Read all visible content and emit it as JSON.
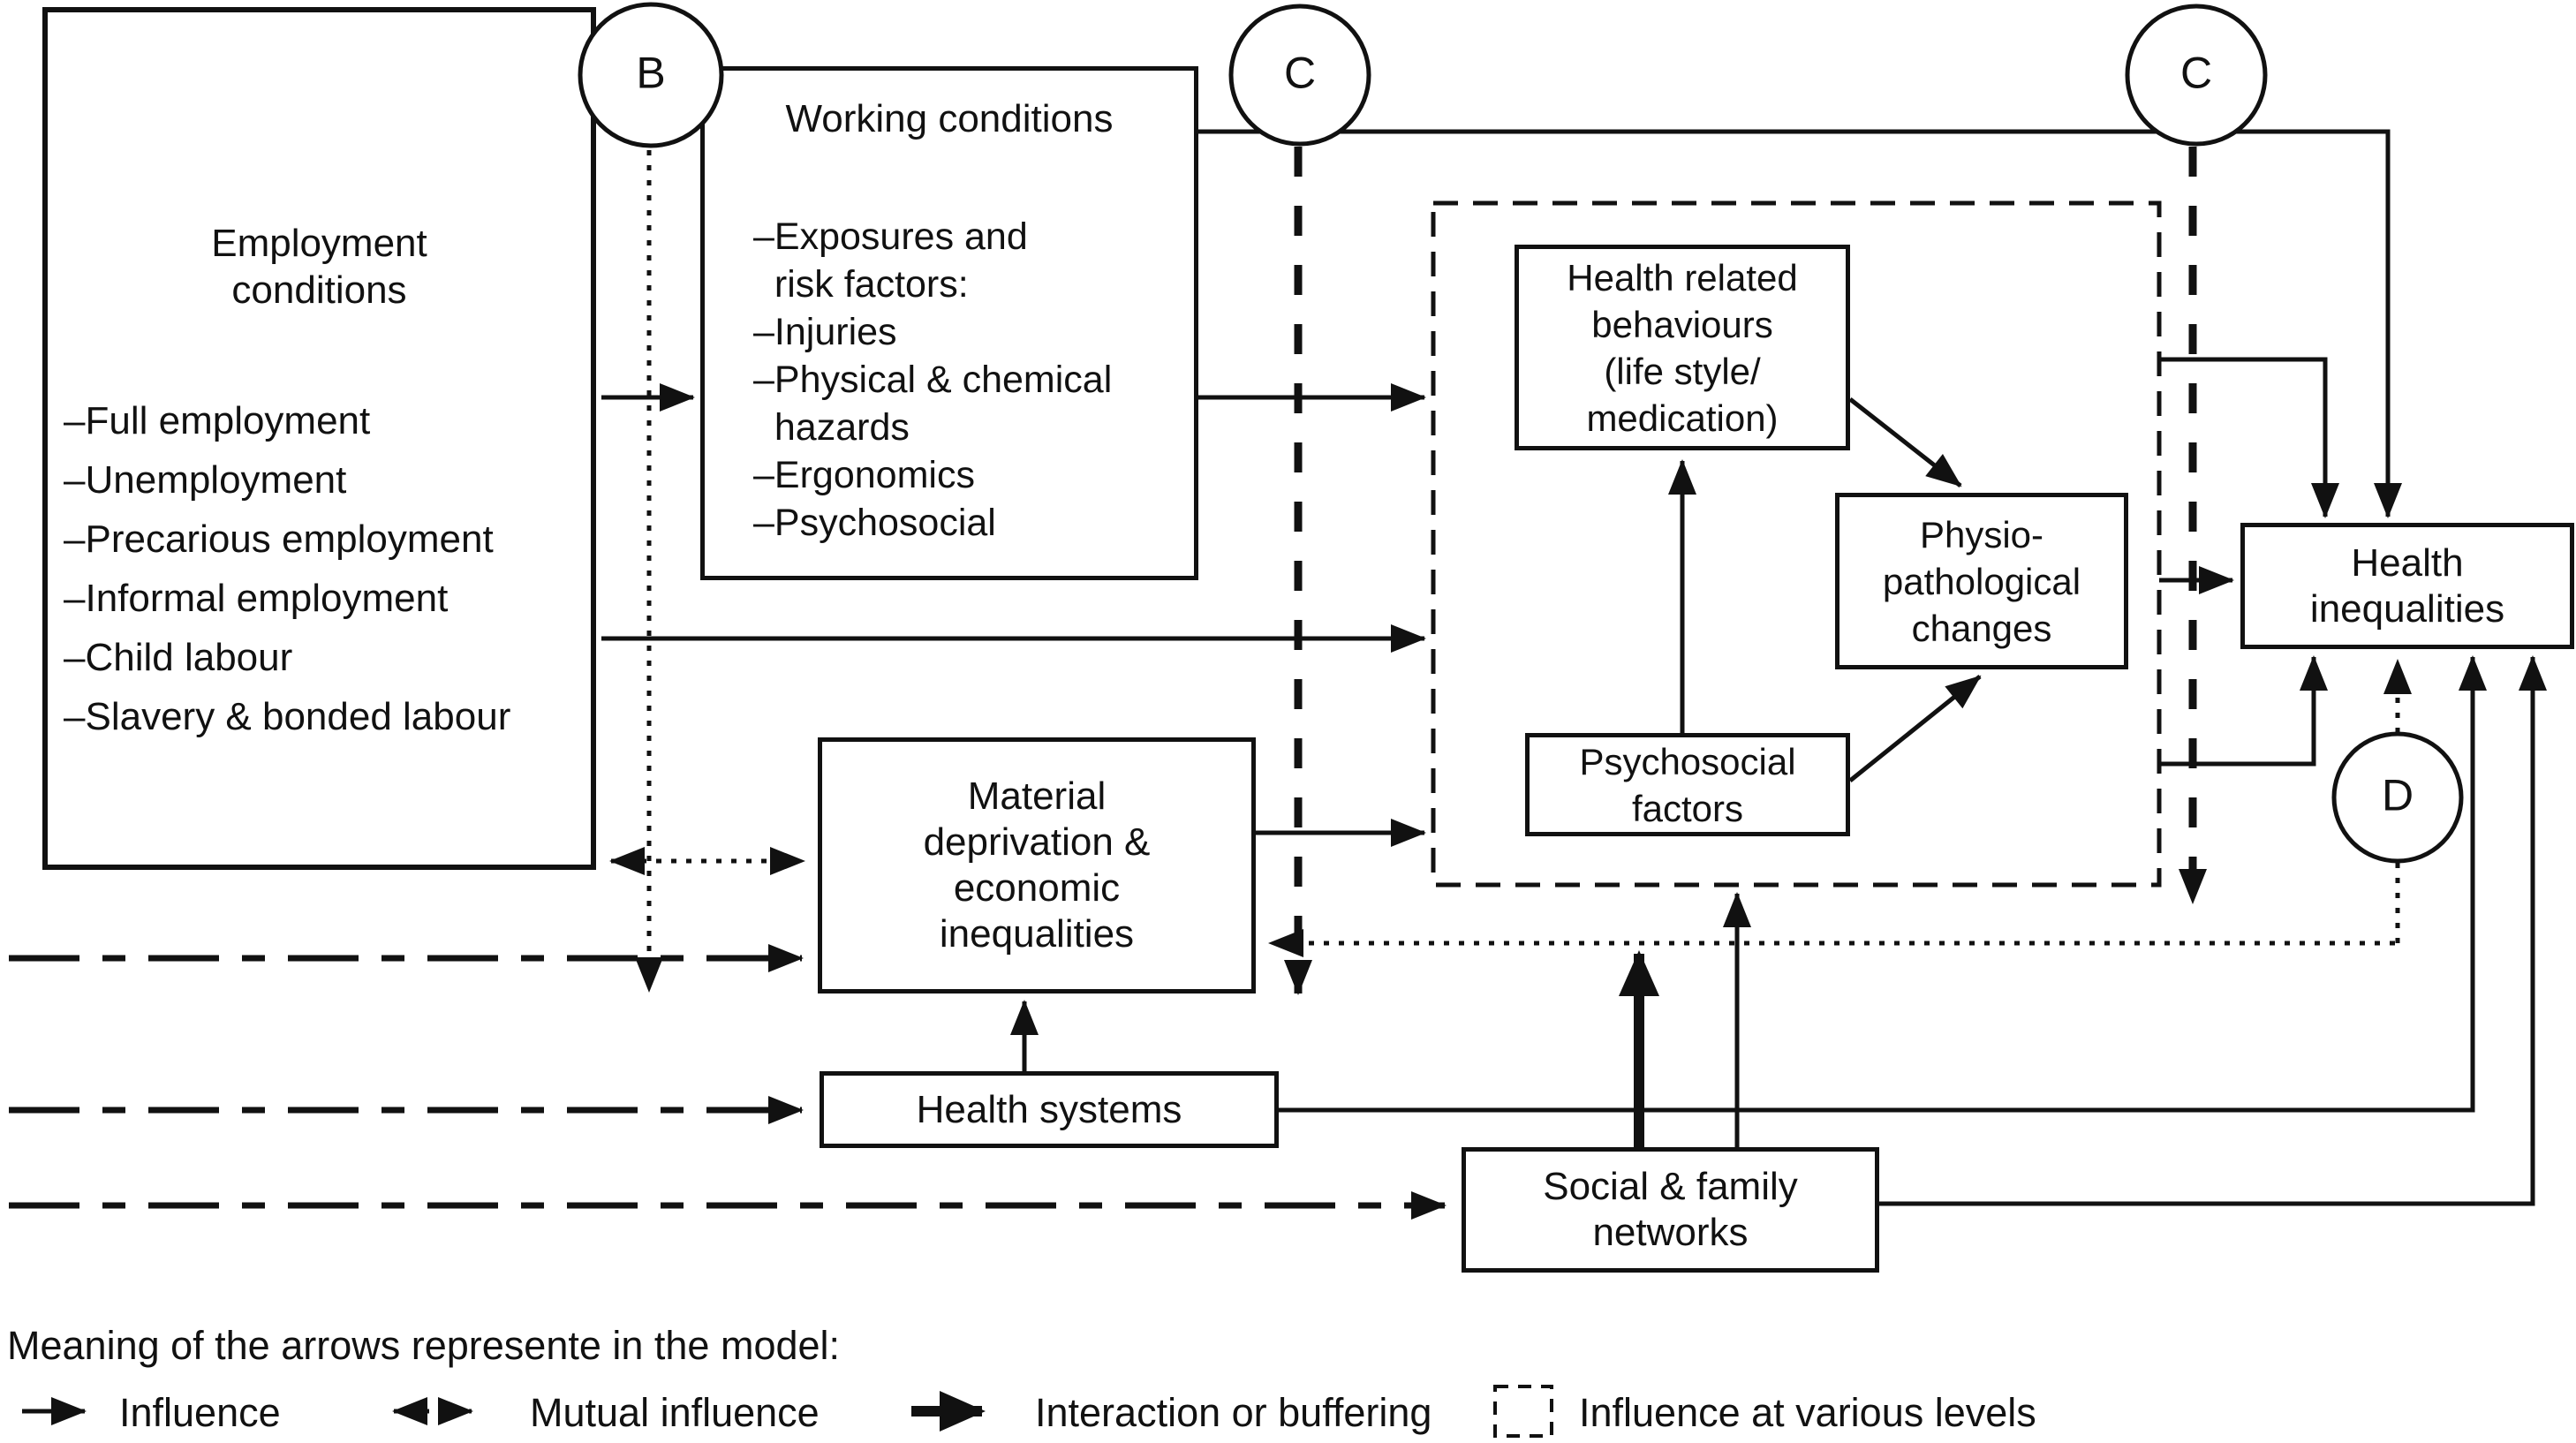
{
  "diagram": {
    "background": "#ffffff",
    "line_color": "#111111"
  },
  "boxes": {
    "employment": {
      "title": "Employment\nconditions",
      "items": [
        "–Full employment",
        "–Unemployment",
        "–Precarious employment",
        "–Informal employment",
        "–Child labour",
        "–Slavery & bonded labour"
      ]
    },
    "working": {
      "title": "Working conditions",
      "items": [
        "–Exposures and",
        "  risk factors:",
        "–Injuries",
        "–Physical & chemical",
        "  hazards",
        "–Ergonomics",
        "–Psychosocial"
      ]
    },
    "health_behaviours": {
      "label": "Health related\nbehaviours\n(life style/\nmedication)"
    },
    "physio": {
      "label": "Physio-\npathological\nchanges"
    },
    "psychosocial": {
      "label": "Psychosocial\nfactors"
    },
    "material": {
      "label": "Material\ndeprivation &\neconomic\ninequalities"
    },
    "health_systems": {
      "label": "Health systems"
    },
    "social_networks": {
      "label": "Social & family\nnetworks"
    },
    "health_inequalities": {
      "label": "Health\ninequalities"
    }
  },
  "circles": {
    "b": "B",
    "c1": "C",
    "c2": "C",
    "d": "D"
  },
  "legend": {
    "title": "Meaning of the arrows represente in the model:",
    "items": [
      {
        "icon": "solid-arrow-icon",
        "label": "Influence"
      },
      {
        "icon": "dotted-double-arrow-icon",
        "label": "Mutual influence"
      },
      {
        "icon": "thick-arrow-icon",
        "label": "Interaction or buffering"
      },
      {
        "icon": "dashed-box-icon",
        "label": "Influence at various levels"
      }
    ]
  }
}
